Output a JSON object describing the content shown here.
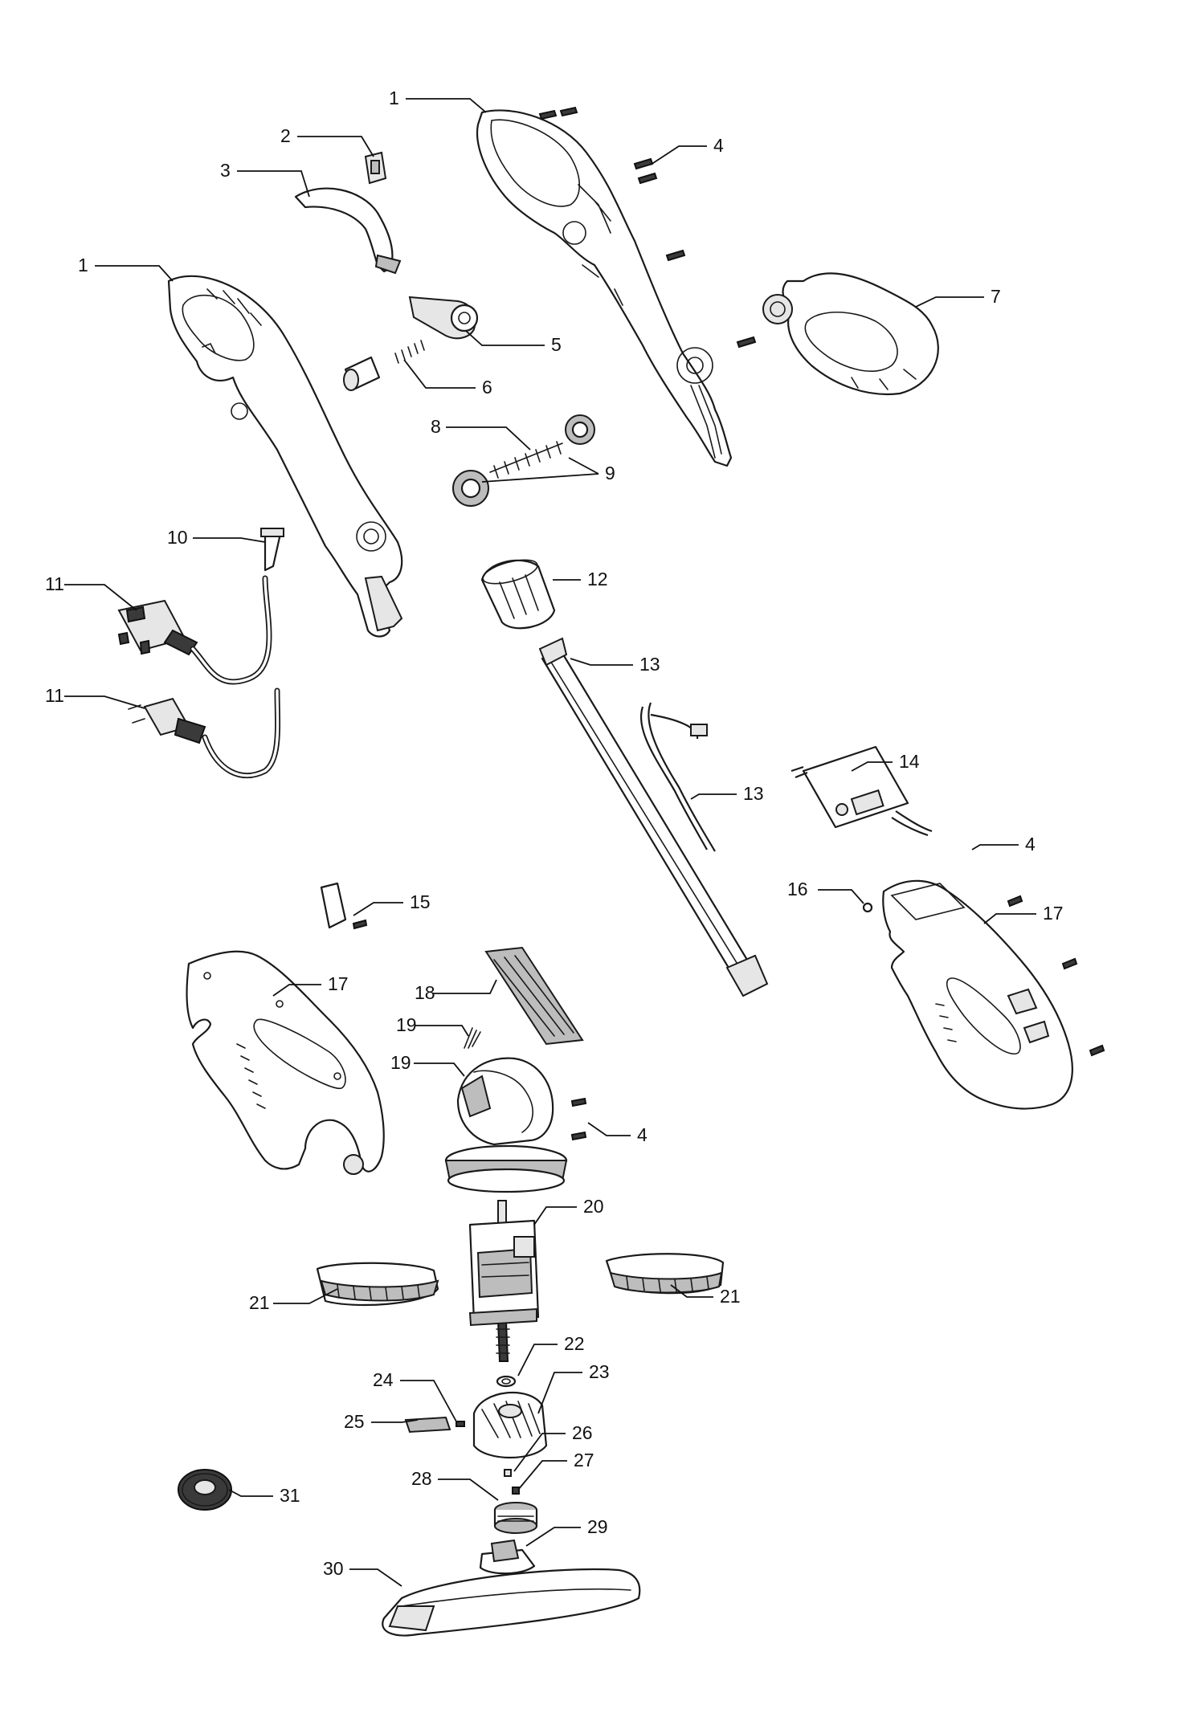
{
  "callouts": {
    "c1a": "1",
    "c1b": "1",
    "c2": "2",
    "c3": "3",
    "c4a": "4",
    "c4b": "4",
    "c4c": "4",
    "c5": "5",
    "c6": "6",
    "c7": "7",
    "c8": "8",
    "c9": "9",
    "c10": "10",
    "c11a": "11",
    "c11b": "11",
    "c12": "12",
    "c13a": "13",
    "c13b": "13",
    "c14": "14",
    "c15": "15",
    "c16": "16",
    "c17a": "17",
    "c17b": "17",
    "c18": "18",
    "c19a": "19",
    "c19b": "19",
    "c20": "20",
    "c21a": "21",
    "c21b": "21",
    "c22": "22",
    "c23": "23",
    "c24": "24",
    "c25": "25",
    "c26": "26",
    "c27": "27",
    "c28": "28",
    "c29": "29",
    "c30": "30",
    "c31": "31"
  }
}
